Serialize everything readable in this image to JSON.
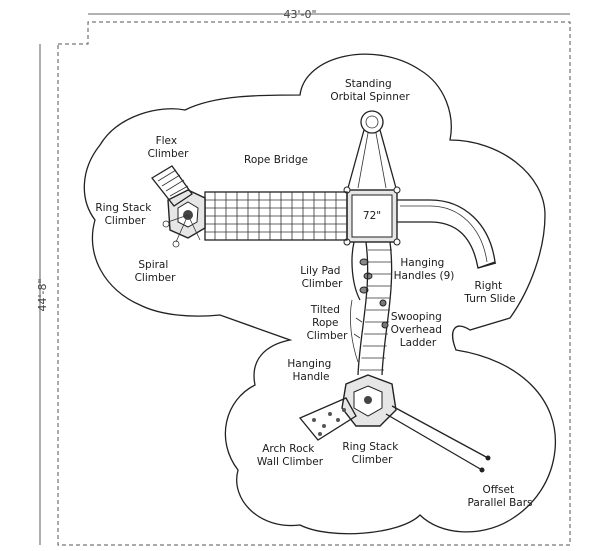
{
  "dimensions": {
    "width_label": "43'-0\"",
    "height_label": "44'-8\""
  },
  "deck_height": "72\"",
  "labels": {
    "standing_orbital_spinner": [
      "Standing",
      "Orbital Spinner"
    ],
    "flex_climber": [
      "Flex",
      "Climber"
    ],
    "rope_bridge": [
      "Rope Bridge"
    ],
    "ring_stack_climber_top": [
      "Ring Stack",
      "Climber"
    ],
    "spiral_climber": [
      "Spiral",
      "Climber"
    ],
    "lily_pad_climber": [
      "Lily Pad",
      "Climber"
    ],
    "hanging_handles": [
      "Hanging",
      "Handles (9)"
    ],
    "right_turn_slide": [
      "Right",
      "Turn Slide"
    ],
    "tilted_rope_climber": [
      "Tilted",
      "Rope",
      "Climber"
    ],
    "swooping_overhead_ladder": [
      "Swooping",
      "Overhead",
      "Ladder"
    ],
    "hanging_handle": [
      "Hanging",
      "Handle"
    ],
    "arch_rock_wall_climber": [
      "Arch Rock",
      "Wall Climber"
    ],
    "ring_stack_climber_bottom": [
      "Ring Stack",
      "Climber"
    ],
    "offset_parallel_bars": [
      "Offset",
      "Parallel Bars"
    ]
  },
  "colors": {
    "line": "#222222",
    "deck_fill": "#e6e6e6",
    "background": "#ffffff"
  }
}
